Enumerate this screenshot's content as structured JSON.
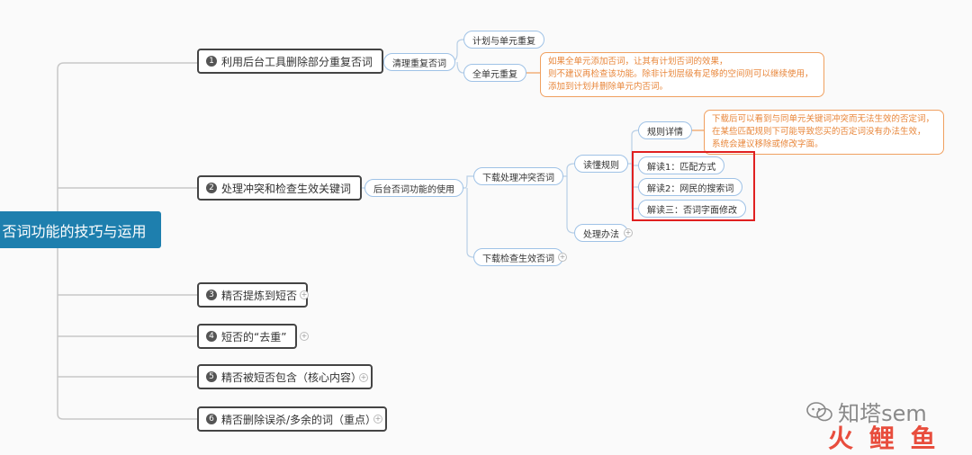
{
  "root": {
    "label": "否词功能的技巧与运用"
  },
  "branches": [
    {
      "num": "1",
      "label": "利用后台工具删除部分重复否词"
    },
    {
      "num": "2",
      "label": "处理冲突和检查生效关键词"
    },
    {
      "num": "3",
      "label": "精否提炼到短否"
    },
    {
      "num": "4",
      "label": "短否的“去重”"
    },
    {
      "num": "5",
      "label": "精否被短否包含（核心内容）"
    },
    {
      "num": "6",
      "label": "精否删除误杀/多余的词（重点）"
    }
  ],
  "b1": {
    "sub": "清理重复否词",
    "children": [
      "计划与单元重复",
      "全单元重复"
    ],
    "note": "如果全单元添加否词，让其有计划否词的效果，\n则不建议再检查该功能。除非计划层级有足够的空间则可以继续使用，\n添加到计划并删除单元内否词。"
  },
  "b2": {
    "sub": "后台否词功能的使用",
    "download_conflict": "下载处理冲突否词",
    "download_check": "下载检查生效否词",
    "understand_rules": "读懂规则",
    "rule_detail": "规则详情",
    "rule_note": "下载后可以看到与同单元关键词冲突而无法生效的否定词，\n在某些匹配规则下可能导致您买的否定词没有办法生效，\n系统会建议移除或修改字面。",
    "explain": [
      "解读1：匹配方式",
      "解读2：网民的搜索词",
      "解读三：否词字面修改"
    ],
    "method": "处理办法"
  },
  "watermark": {
    "text1": "知塔sem",
    "text2": "火 鲤 鱼"
  },
  "colors": {
    "root": "#1e7fae",
    "note": "#e8863a",
    "highlight": "#e02020",
    "edge": "#b8cfe6"
  }
}
